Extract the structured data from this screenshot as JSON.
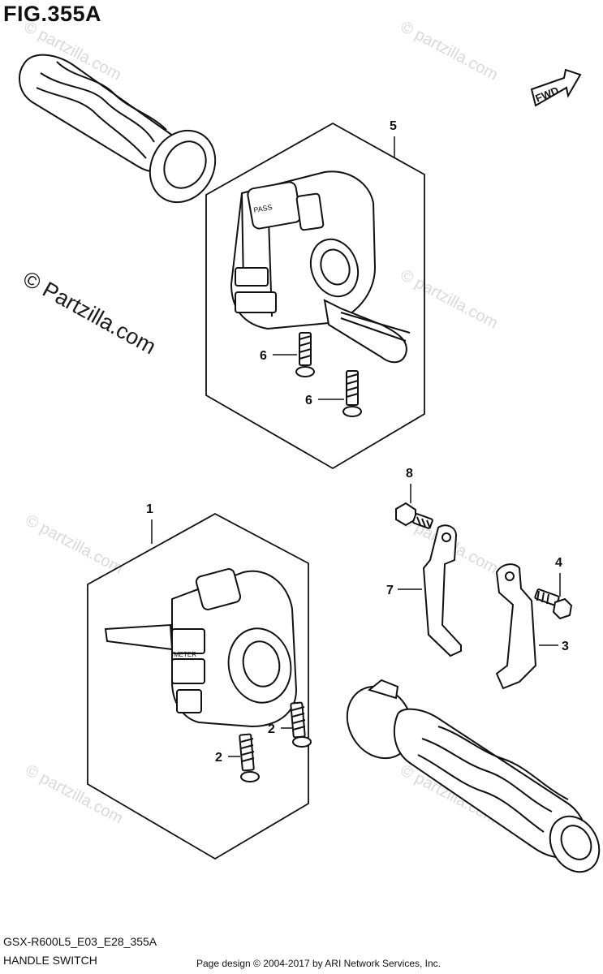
{
  "figure": {
    "title": "FIG.355A",
    "watermark": "© Partzilla.com",
    "watermark_faint": "© partzilla.com",
    "fwd_label": "FWD"
  },
  "callouts": {
    "c1": "1",
    "c2a": "2",
    "c2b": "2",
    "c3": "3",
    "c4": "4",
    "c5": "5",
    "c6a": "6",
    "c6b": "6",
    "c7": "7",
    "c8": "8"
  },
  "switch_labels": {
    "pass": "PASS",
    "meter": "METER"
  },
  "footer": {
    "code": "GSX-R600L5_E03_E28_355A",
    "name": "HANDLE SWITCH",
    "credit": "Page design © 2004-2017 by ARI Network Services, Inc."
  }
}
